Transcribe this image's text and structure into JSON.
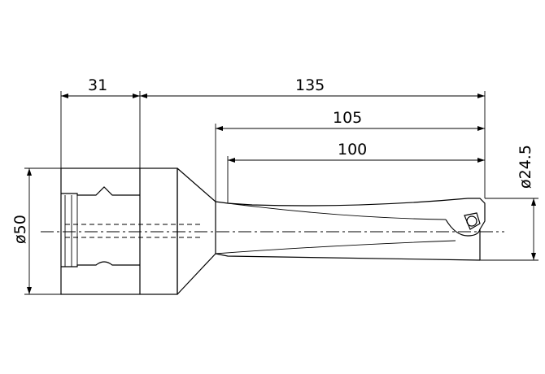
{
  "drawing": {
    "dimensions": {
      "d31": "31",
      "d135": "135",
      "d105": "105",
      "d100": "100",
      "d24_5": "ø24.5",
      "d50": "ø50"
    }
  }
}
